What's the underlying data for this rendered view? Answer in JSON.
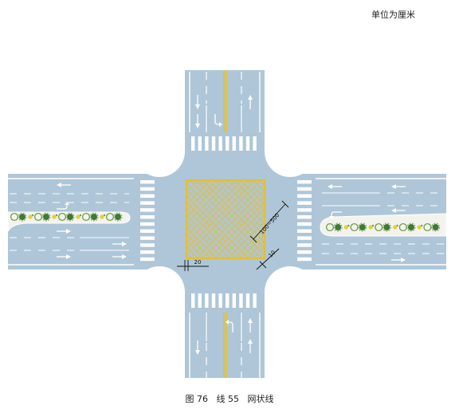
{
  "unit_note": "单位为厘米",
  "caption": "图 76   线 55   网状线",
  "dimensions": {
    "diagonal_spacing": "100~500",
    "line_width": "10",
    "border_width": "20"
  },
  "colors": {
    "road": "#aec6d8",
    "marking": "#ffffff",
    "center_line": "#e6c22a",
    "grid": "#e2bf3a",
    "median": "#f3f3ee",
    "shrub_green": "#6e9e48",
    "shrub_dark": "#3f7a33",
    "flower": "#e5cf3a",
    "dimension": "#111111",
    "background": "#ffffff"
  },
  "icons": {
    "arrow": "lane-arrow-icon",
    "shrub": "shrub-icon"
  }
}
